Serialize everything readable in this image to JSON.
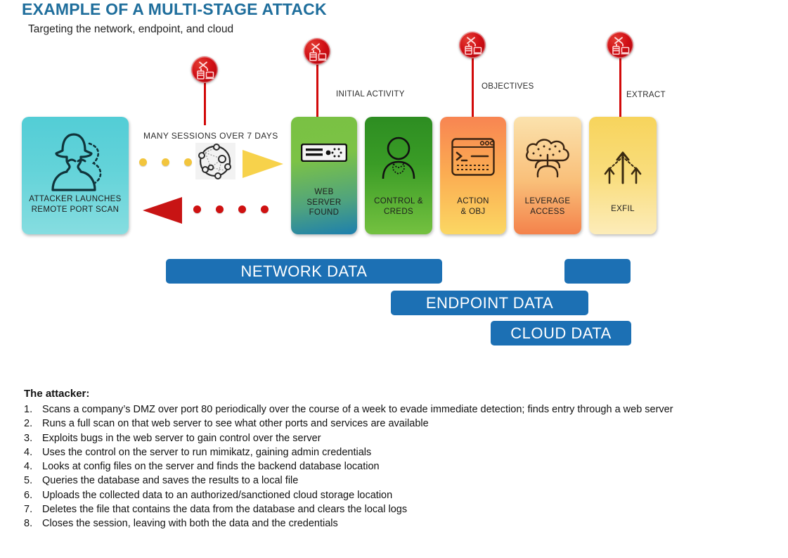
{
  "header": {
    "title": "EXAMPLE OF A MULTI-STAGE ATTACK",
    "subtitle": "Targeting the network, endpoint, and cloud",
    "title_color": "#1f6e9c"
  },
  "markers": [
    {
      "name": "marker-1",
      "label": ""
    },
    {
      "name": "marker-initial-activity",
      "label": "INITIAL ACTIVITY"
    },
    {
      "name": "marker-objectives",
      "label": "OBJECTIVES"
    },
    {
      "name": "marker-extract",
      "label": "EXTRACT"
    }
  ],
  "flow": {
    "attacker_card": {
      "label": "ATTACKER LAUNCHES\nREMOTE PORT SCAN",
      "line1": "ATTACKER LAUNCHES",
      "line2": "REMOTE PORT SCAN",
      "icon": "hacker-icon",
      "color_top": "#53cdd6",
      "color_bottom": "#86dde0"
    },
    "sessions_label": "MANY SESSIONS OVER 7 DAYS",
    "outbound_dots": 3,
    "outbound_dot_color": "#f2c53d",
    "return_dots": 4,
    "return_dot_color": "#cf1111",
    "network_icon": "network-graph-icon",
    "arrow_right_color": "#f7d24b",
    "arrow_left_color": "#c81414",
    "stages": [
      {
        "id": "web-server-found",
        "line1": "WEB",
        "line2": "SERVER",
        "line3": "FOUND",
        "icon": "server-rack-icon",
        "color_top": "#79c143",
        "color_bottom": "#1d7fae"
      },
      {
        "id": "control-creds",
        "line1": "CONTROL &",
        "line2": "CREDS",
        "line3": "",
        "icon": "user-credentials-icon",
        "color_top": "#2d8d22",
        "color_bottom": "#74c140"
      },
      {
        "id": "action-obj",
        "line1": "ACTION",
        "line2": "& OBJ",
        "line3": "",
        "icon": "terminal-window-icon",
        "color_top": "#f88552",
        "color_bottom": "#fbd763"
      },
      {
        "id": "leverage-access",
        "line1": "LEVERAGE",
        "line2": "ACCESS",
        "line3": "",
        "icon": "cloud-biohazard-icon",
        "color_top": "#fbe2ad",
        "color_bottom": "#f4824b"
      },
      {
        "id": "exfil",
        "line1": "EXFIL",
        "line2": "",
        "line3": "",
        "icon": "upload-arrows-icon",
        "color_top": "#f7d45c",
        "color_bottom": "#fcecb9"
      }
    ]
  },
  "data_bars": {
    "color": "#1c70b4",
    "items": [
      {
        "id": "network-data",
        "label": "NETWORK DATA"
      },
      {
        "id": "network-data-extra",
        "label": ""
      },
      {
        "id": "endpoint-data",
        "label": "ENDPOINT DATA"
      },
      {
        "id": "cloud-data",
        "label": "CLOUD DATA"
      }
    ]
  },
  "attacker_steps": {
    "heading": "The attacker:",
    "items": [
      {
        "num": "1.",
        "text": "Scans a company’s DMZ over port 80 periodically over the course of a week to evade immediate detection; finds entry through a web server"
      },
      {
        "num": "2.",
        "text": "Runs a full scan on that web server to see what other ports and services are available"
      },
      {
        "num": "3.",
        "text": "Exploits bugs in the web server to gain control over the server"
      },
      {
        "num": "4.",
        "text": "Uses the control on the server to run mimikatz, gaining admin credentials"
      },
      {
        "num": "4.",
        "text": "Looks at config files on the server and finds the backend database location"
      },
      {
        "num": "5.",
        "text": "Queries the database and saves the results to a local file"
      },
      {
        "num": "6.",
        "text": "Uploads the collected data to an authorized/sanctioned cloud storage location"
      },
      {
        "num": "7.",
        "text": "Deletes the file that contains the data from the database and clears the local logs"
      },
      {
        "num": "8.",
        "text": "Closes the session, leaving with both the data and the credentials"
      }
    ]
  }
}
